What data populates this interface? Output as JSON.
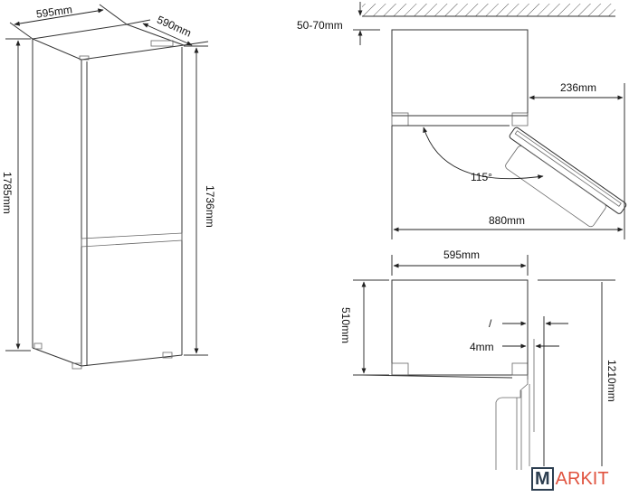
{
  "perspective_view": {
    "width_label": "595mm",
    "depth_label": "590mm",
    "total_height_label": "1785mm",
    "body_height_label": "1736mm"
  },
  "top_view_door_open": {
    "top_clearance_label": "50-70mm",
    "door_offset_label": "236mm",
    "door_angle_label": "115°",
    "total_width_open_label": "880mm"
  },
  "top_view_installation": {
    "width_label": "595mm",
    "depth_label": "510mm",
    "gap_label": "/",
    "door_gap_label": "4mm",
    "height_label": "1210mm"
  },
  "watermark": {
    "logo_box_letter": "M",
    "logo_rest": "ARKIT",
    "colors": {
      "box": "#2c3e50",
      "text": "#e0533f"
    }
  }
}
